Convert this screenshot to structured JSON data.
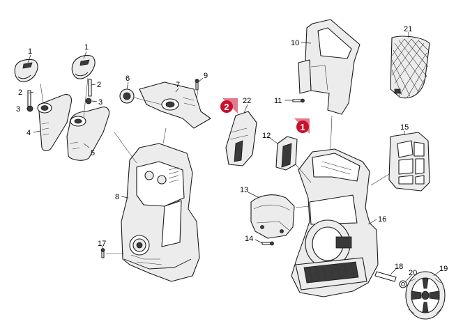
{
  "labels": [
    "1",
    "1",
    "2",
    "2",
    "3",
    "3",
    "4",
    "5",
    "6",
    "7",
    "8",
    "9",
    "10",
    "11",
    "12",
    "13",
    "14",
    "15",
    "16",
    "17",
    "18",
    "19",
    "20",
    "21",
    "22"
  ],
  "badges": [
    "2",
    "1"
  ],
  "colors": {
    "badge": "#c8102e",
    "line": "#1a1a1a",
    "fill": "#ececec"
  }
}
